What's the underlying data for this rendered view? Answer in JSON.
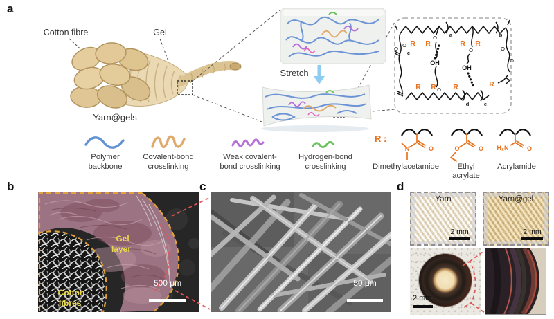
{
  "panel_letters": {
    "a": "a",
    "b": "b",
    "c": "c",
    "d": "d"
  },
  "colors": {
    "polymer_backbone": "#6292d4",
    "covalent_crosslink": "#e0aa6c",
    "weak_covalent_crosslink": "#b671d8",
    "hydrogen_crosslink": "#6cc25e",
    "r_group_orange": "#e8731f",
    "annotation_yellow": "#e8d84c",
    "dashed_outline_yellow": "#e2a23b",
    "connector_red": "#e25555",
    "stretch_arrow_blue": "#8ecdf0"
  },
  "panel_a": {
    "cotton_fibre_label": "Cotton fibre",
    "gel_label": "Gel",
    "yarn_gels_label": "Yarn@gels",
    "stretch_label": "Stretch",
    "r_prefix": "R :",
    "legend": {
      "polymer": {
        "line1": "Polymer",
        "line2": "backbone"
      },
      "covalent": {
        "line1": "Covalent-bond",
        "line2": "crosslinking"
      },
      "weak": {
        "line1": "Weak covalent-",
        "line2": "bond crosslinking"
      },
      "hydrogen": {
        "line1": "Hydrogen-bond",
        "line2": "crosslinking"
      }
    },
    "chemicals": {
      "dimethylacetamide": "Dimethylacetamide",
      "ethyl_acrylate_line1": "Ethyl",
      "ethyl_acrylate_line2": "acrylate",
      "acrylamide": "Acrylamide"
    },
    "structure": {
      "r": "R",
      "oh": "OH",
      "o": "O",
      "n": "N",
      "h2n": "H₂N",
      "sub_a": "a",
      "sub_b": "b",
      "sub_c": "c",
      "sub_d": "d",
      "sub_e": "e"
    }
  },
  "panel_b": {
    "gel_layer_line1": "Gel",
    "gel_layer_line2": "layer",
    "cotton_fibres_line1": "Cotton",
    "cotton_fibres_line2": "fibres",
    "scale_bar": "500 μm"
  },
  "panel_c": {
    "scale_bar": "50 μm"
  },
  "panel_d": {
    "yarn_label": "Yarn",
    "yarn_gel_label": "Yarn@gel",
    "yarn_scale": "2 mm",
    "yarn_gel_scale": "2 mm",
    "cross_section_scale": "2 mm"
  }
}
